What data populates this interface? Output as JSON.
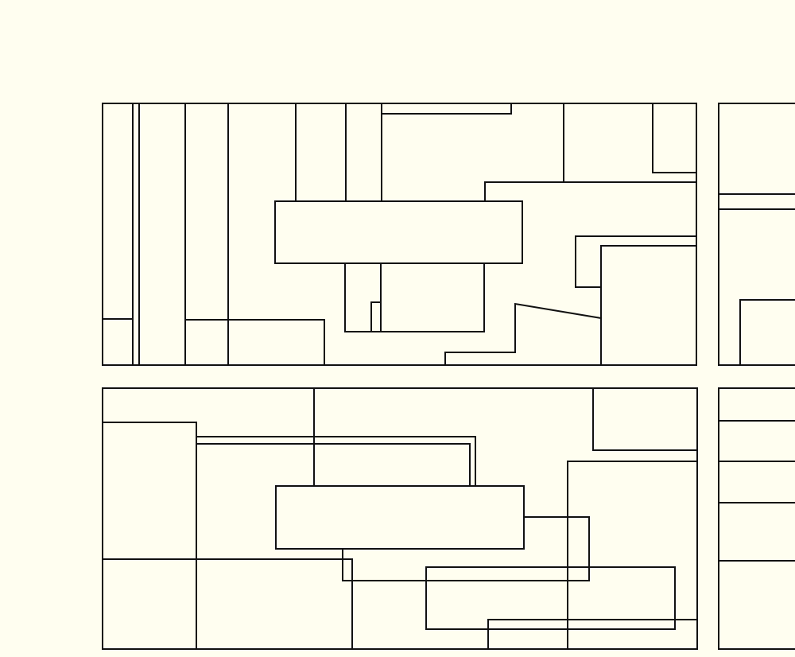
{
  "colors": {
    "background": "#fffef0",
    "line": "#111111"
  },
  "panels": [
    "top-left",
    "top-right",
    "bottom-left",
    "bottom-right"
  ]
}
